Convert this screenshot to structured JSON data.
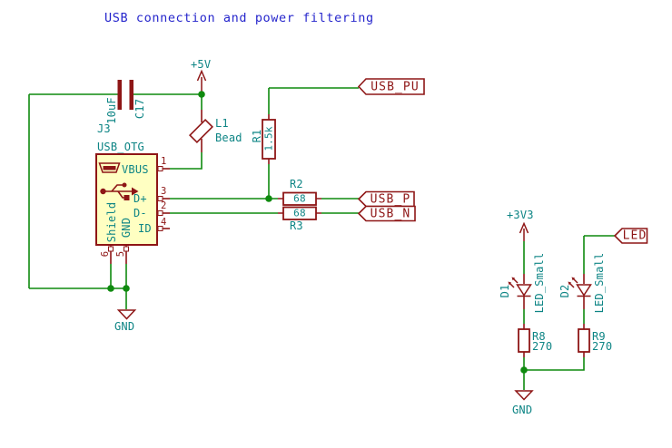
{
  "title": "USB connection and power filtering",
  "power": {
    "plus5v": "+5V",
    "plus3v3": "+3V3",
    "gnd_left": "GND",
    "gnd_right": "GND"
  },
  "hier_labels": {
    "usb_pu": "USB_PU",
    "usb_p": "USB_P",
    "usb_n": "USB_N",
    "led": "LED"
  },
  "connector": {
    "ref": "J3",
    "value": "USB_OTG",
    "pin_names": {
      "vbus": "VBUS",
      "dplus": "D+",
      "dminus": "D-",
      "id": "ID",
      "shield": "Shield",
      "gnd": "GND"
    },
    "pin_numbers": {
      "vbus": "1",
      "dplus": "3",
      "dminus": "2",
      "id": "4",
      "shield": "6",
      "gnd": "5"
    }
  },
  "components": {
    "c17": {
      "ref": "C17",
      "value": "10uF"
    },
    "l1": {
      "ref": "L1",
      "value": "Bead"
    },
    "r1": {
      "ref": "R1",
      "value": "1.5k"
    },
    "r2": {
      "ref": "R2",
      "value": "68"
    },
    "r3": {
      "ref": "R3",
      "value": "68"
    },
    "r8": {
      "ref": "R8",
      "value": "270"
    },
    "r9": {
      "ref": "R9",
      "value": "270"
    },
    "d1": {
      "ref": "D1",
      "value": "LED_Small"
    },
    "d2": {
      "ref": "D2",
      "value": "LED_Small"
    }
  },
  "colors": {
    "wire": "#0f8a0f",
    "component": "#8e1616",
    "text_teal": "#0e8585",
    "title_blue": "#2626cc",
    "body_fill": "#ffffc2"
  }
}
